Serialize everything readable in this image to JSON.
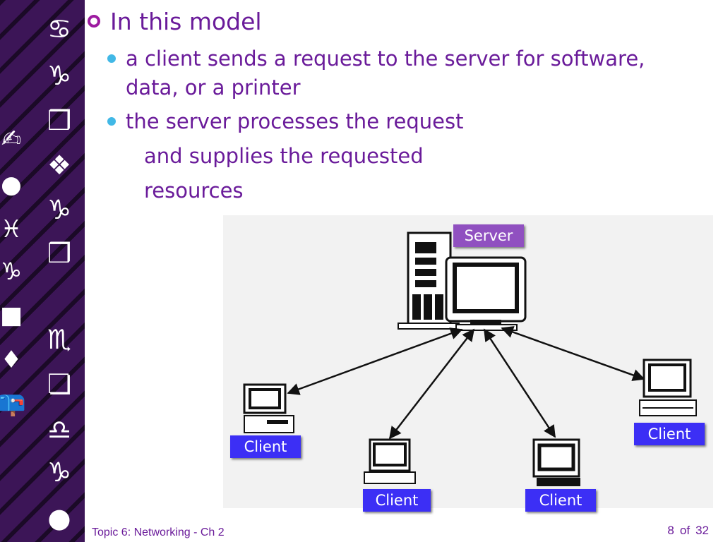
{
  "sidebar": {
    "col_a": [
      "✍",
      "●",
      "♓",
      "♑",
      "■",
      "♦",
      "📪"
    ],
    "col_b": [
      "♋",
      "♑",
      "❒",
      "❖",
      "♑",
      "❒",
      "♏",
      "❏",
      "♎",
      "♑",
      "●"
    ]
  },
  "slide": {
    "heading": "In this model",
    "bullets": [
      {
        "line1": "a client sends a request to the server for software,",
        "line2": "data, or a printer"
      },
      {
        "line1": "the server processes the request"
      }
    ],
    "continuation": [
      "and supplies the requested",
      "resources"
    ]
  },
  "diagram": {
    "server_label": "Server",
    "client_labels": [
      "Client",
      "Client",
      "Client",
      "Client"
    ]
  },
  "footer": {
    "title": "Topic 6: Networking - Ch 2",
    "page_current": "8",
    "page_of": "of",
    "page_total": "32"
  },
  "colors": {
    "sidebar_bg": "#3c1557",
    "text_purple": "#6a1b9a",
    "bullet_blue": "#41b8e6",
    "label_blue": "#3c2ff5",
    "server_label": "#9050c0"
  }
}
